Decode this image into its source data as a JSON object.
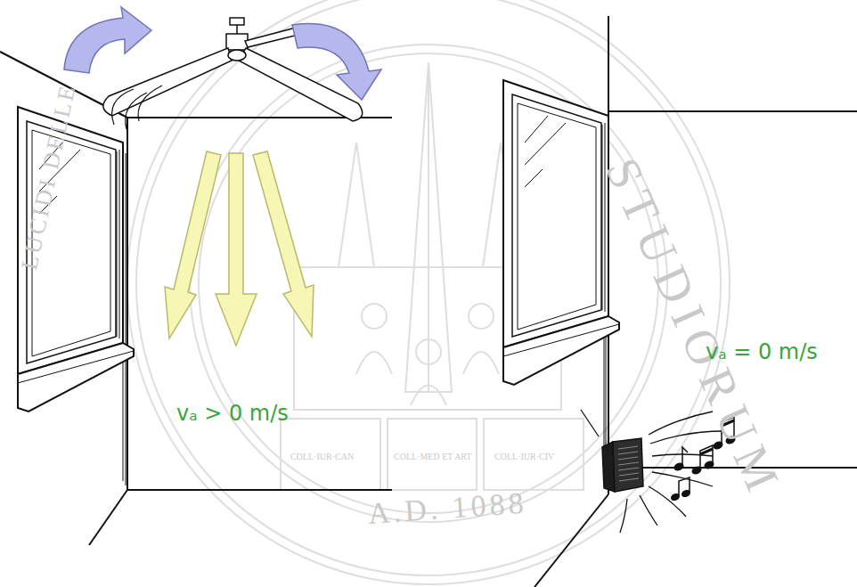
{
  "diagram": {
    "labels": [
      "LUCIDI DELLE",
      "STUDIORUM",
      "COLL·IUR·CAN",
      "COLL·MED ET ART",
      "COLL·IUR·CIV",
      "A.D. 1088",
      "vₐ > 0 m/s",
      "vₐ = 0 m/s"
    ]
  }
}
